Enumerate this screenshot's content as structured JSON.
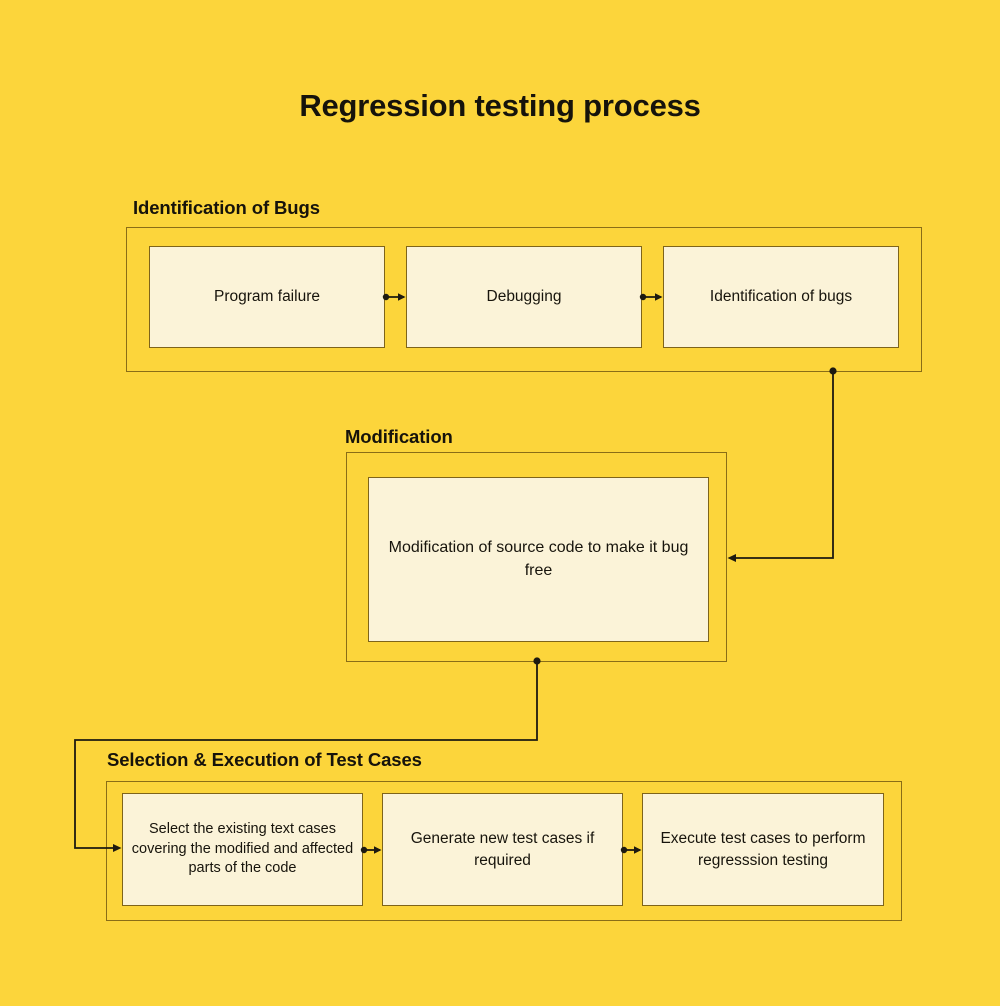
{
  "page": {
    "title": "Regression testing process",
    "background_color": "#FCD53B",
    "box_fill_color": "#FBF3D8",
    "box_border_color": "#7E641A",
    "text_color": "#17140C"
  },
  "sections": [
    {
      "id": "identification",
      "label": "Identification of Bugs",
      "boxes": [
        {
          "id": "program-failure",
          "text": "Program failure"
        },
        {
          "id": "debugging",
          "text": "Debugging"
        },
        {
          "id": "identification-bugs",
          "text": "Identification of bugs"
        }
      ]
    },
    {
      "id": "modification",
      "label": "Modification",
      "boxes": [
        {
          "id": "modification-source",
          "text": "Modification of source code to make it bug free"
        }
      ]
    },
    {
      "id": "selection",
      "label": "Selection & Execution of Test Cases",
      "boxes": [
        {
          "id": "select-existing",
          "text": "Select the existing text cases covering the modified and affected parts of the code"
        },
        {
          "id": "generate-new",
          "text": "Generate new test cases if required"
        },
        {
          "id": "execute-tests",
          "text": "Execute test cases to perform regresssion testing"
        }
      ]
    }
  ],
  "connectors": [
    {
      "id": "program-failure-to-debugging",
      "from": "program-failure",
      "to": "debugging",
      "style": "dot-to-arrow"
    },
    {
      "id": "debugging-to-identification-bugs",
      "from": "debugging",
      "to": "identification-bugs",
      "style": "dot-to-arrow"
    },
    {
      "id": "identification-group-to-modification-group",
      "from": "identification",
      "to": "modification",
      "style": "elbow-arrow"
    },
    {
      "id": "modification-group-to-selection-group",
      "from": "modification",
      "to": "select-existing",
      "style": "elbow-arrow"
    },
    {
      "id": "select-existing-to-generate-new",
      "from": "select-existing",
      "to": "generate-new",
      "style": "dot-to-arrow"
    },
    {
      "id": "generate-new-to-execute-tests",
      "from": "generate-new",
      "to": "execute-tests",
      "style": "dot-to-arrow"
    }
  ]
}
